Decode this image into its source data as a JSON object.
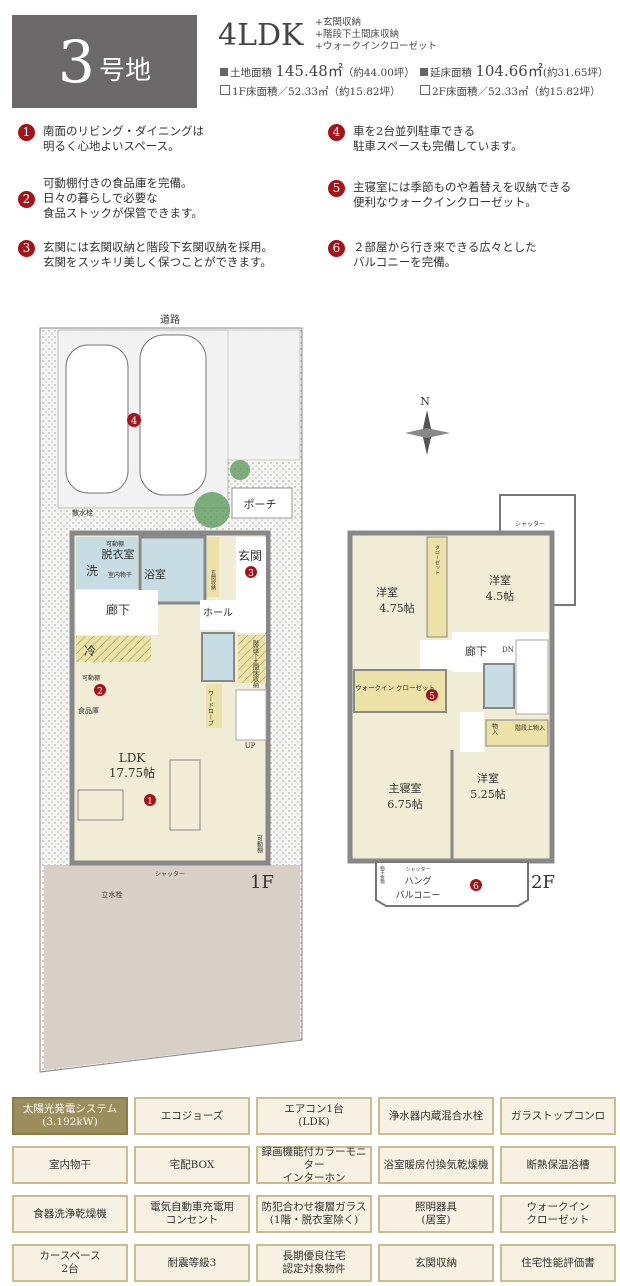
{
  "header": {
    "lot_number": "3",
    "lot_suffix": "号地",
    "layout": "4LDK",
    "extras": [
      "+玄関収納",
      "+階段下土間床収納",
      "+ウォークインクローゼット"
    ],
    "land_area_label": "土地面積",
    "land_area": "145.48㎡",
    "land_area_tsubo": "（約44.00坪）",
    "floor_area_label": "延床面積",
    "floor_area": "104.66㎡",
    "floor_area_tsubo": "(約31.65坪）",
    "f1_area": "1F床面積／52.33㎡（約15.82坪）",
    "f2_area": "2F床面積／52.33㎡（約15.82坪）"
  },
  "points": [
    {
      "num": "1",
      "text": "南面のリビング・ダイニングは\n明るく心地よいスペース。"
    },
    {
      "num": "2",
      "text": "可動棚付きの食品庫を完備。\n日々の暮らしで必要な\n食品ストックが保管できます。"
    },
    {
      "num": "3",
      "text": "玄関には玄関収納と階段下玄関収納を採用。\n玄関をスッキリ美しく保つことができます。"
    },
    {
      "num": "4",
      "text": "車を2台並列駐車できる\n駐車スペースも完備しています。"
    },
    {
      "num": "5",
      "text": "主寝室には季節ものや着替えを収納できる\n便利なウォークインクローゼット。"
    },
    {
      "num": "6",
      "text": "２部屋から行き来できる広々とした\nバルコニーを完備。"
    }
  ],
  "plan": {
    "road": "道路",
    "compass": "N",
    "porch": "ポーチ",
    "spigot": "散水栓",
    "standpipe": "立水栓",
    "shutter": "シャッター",
    "f1": {
      "label": "1F",
      "washroom": "脱衣室",
      "wash": "洗",
      "dryer": "室内物干",
      "shelf": "可動棚",
      "bath": "浴室",
      "entrance": "玄関",
      "entrance_storage": "玄関収納",
      "hall": "ホール",
      "corridor": "廊下",
      "fridge": "冷",
      "pantry_shelf": "可動棚",
      "pantry": "食品庫",
      "wardrobe": "ワードローブ",
      "under_stair": "階段下土間床収納",
      "up": "UP",
      "ldk": "LDK",
      "ldk_size": "17.75帖",
      "shelf2": "可動棚"
    },
    "f2": {
      "label": "2F",
      "room1": "洋室",
      "room1_size": "4.75帖",
      "room2": "洋室",
      "room2_size": "4.5帖",
      "closet": "クローゼット",
      "corridor": "廊下",
      "dn": "DN",
      "wic": "ウォークイン\nクローゼット",
      "master": "主寝室",
      "master_size": "6.75帖",
      "room3": "洋室",
      "room3_size": "5.25帖",
      "storage": "物入",
      "stair_storage": "階段上物入",
      "balcony": "バルコニー",
      "hang": "ハング",
      "drying": "物干金物"
    }
  },
  "features": [
    {
      "label": "太陽光発電システム\n(3.192kW)",
      "highlight": true
    },
    {
      "label": "エコジョーズ"
    },
    {
      "label": "エアコン1台\n(LDK)"
    },
    {
      "label": "浄水器内蔵混合水栓"
    },
    {
      "label": "ガラストップコンロ"
    },
    {
      "label": "室内物干"
    },
    {
      "label": "宅配BOX"
    },
    {
      "label": "録画機能付カラーモニター\nインターホン"
    },
    {
      "label": "浴室暖房付換気乾燥機"
    },
    {
      "label": "断熱保温浴槽"
    },
    {
      "label": "食器洗浄乾燥機"
    },
    {
      "label": "電気自動車充電用\nコンセント"
    },
    {
      "label": "防犯合わせ複層ガラス\n(1階・脱衣室除く)"
    },
    {
      "label": "照明器具\n(居室)"
    },
    {
      "label": "ウォークイン\nクローゼット"
    },
    {
      "label": "カースペース\n2台"
    },
    {
      "label": "耐震等級3"
    },
    {
      "label": "長期優良住宅\n認定対象物件"
    },
    {
      "label": "玄関収納"
    },
    {
      "label": "住宅性能評価書"
    }
  ],
  "colors": {
    "badge": "#a3131a",
    "title_box": "#6b6969",
    "feature_highlight": "#9c8d5c",
    "feature_bg": "#f6f1e2",
    "room": "#f1ecd6",
    "wet": "#c7dde3",
    "storage": "#ece1a6"
  }
}
